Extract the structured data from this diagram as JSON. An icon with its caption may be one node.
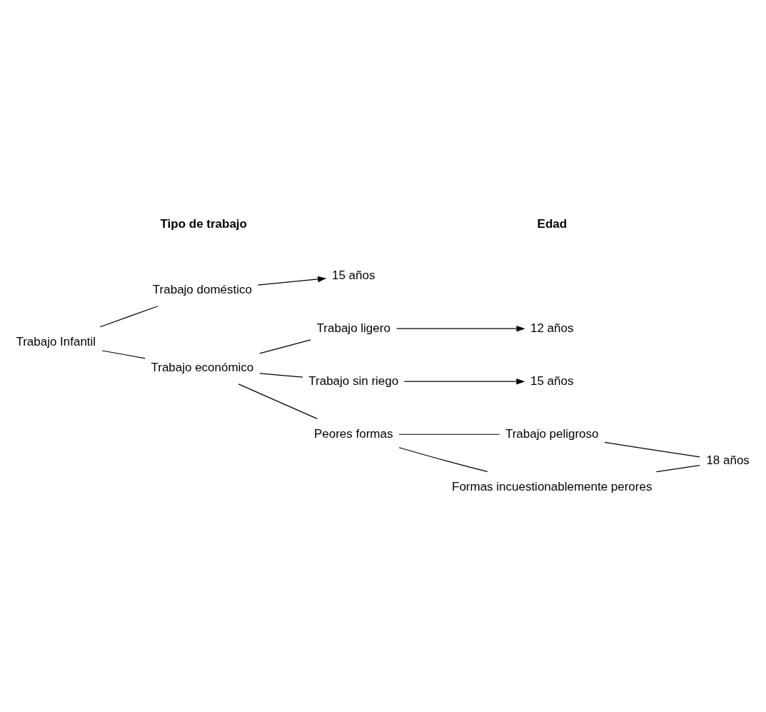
{
  "diagram": {
    "nodes": [
      {
        "text": [
          "Trabajo Infantil"
        ]
      },
      {
        "text": [
          "Trabajo doméstico"
        ]
      },
      {
        "text": [
          "15 años"
        ]
      },
      {
        "text": [
          "Trabajo económico"
        ]
      },
      {
        "text": [
          "Trabajo ligero"
        ]
      },
      {
        "text": [
          "12 años"
        ]
      },
      {
        "text": [
          "Trabajo sin riego"
        ]
      },
      {
        "text": [
          "15 años"
        ]
      },
      {
        "text": [
          "Peores formas"
        ]
      },
      {
        "text": [
          "Trabajo peligroso"
        ]
      },
      {
        "text": [
          "Formas incuestionablemente perores"
        ]
      },
      {
        "text": [
          "18 años"
        ]
      }
    ],
    "edges": [
      {
        "from": 0,
        "to": 1,
        "arrow": "none"
      },
      {
        "from": 0,
        "to": 3,
        "arrow": "none"
      },
      {
        "from": 1,
        "to": 2,
        "arrow": "to"
      },
      {
        "from": 3,
        "to": 4,
        "arrow": "none"
      },
      {
        "from": 3,
        "to": 6,
        "arrow": "none"
      },
      {
        "from": 3,
        "to": 8,
        "arrow": "none"
      },
      {
        "from": 4,
        "to": 5,
        "arrow": "to"
      },
      {
        "from": 6,
        "to": 7,
        "arrow": "to"
      },
      {
        "from": 8,
        "to": 9,
        "arrow": "none"
      },
      {
        "from": 8,
        "to": 10,
        "arrow": "none"
      },
      {
        "from": 9,
        "to": 11,
        "arrow": "none"
      },
      {
        "from": 10,
        "to": 11,
        "arrow": "none"
      }
    ],
    "labels": [
      "Tipo de trabajo",
      "Edad"
    ]
  }
}
